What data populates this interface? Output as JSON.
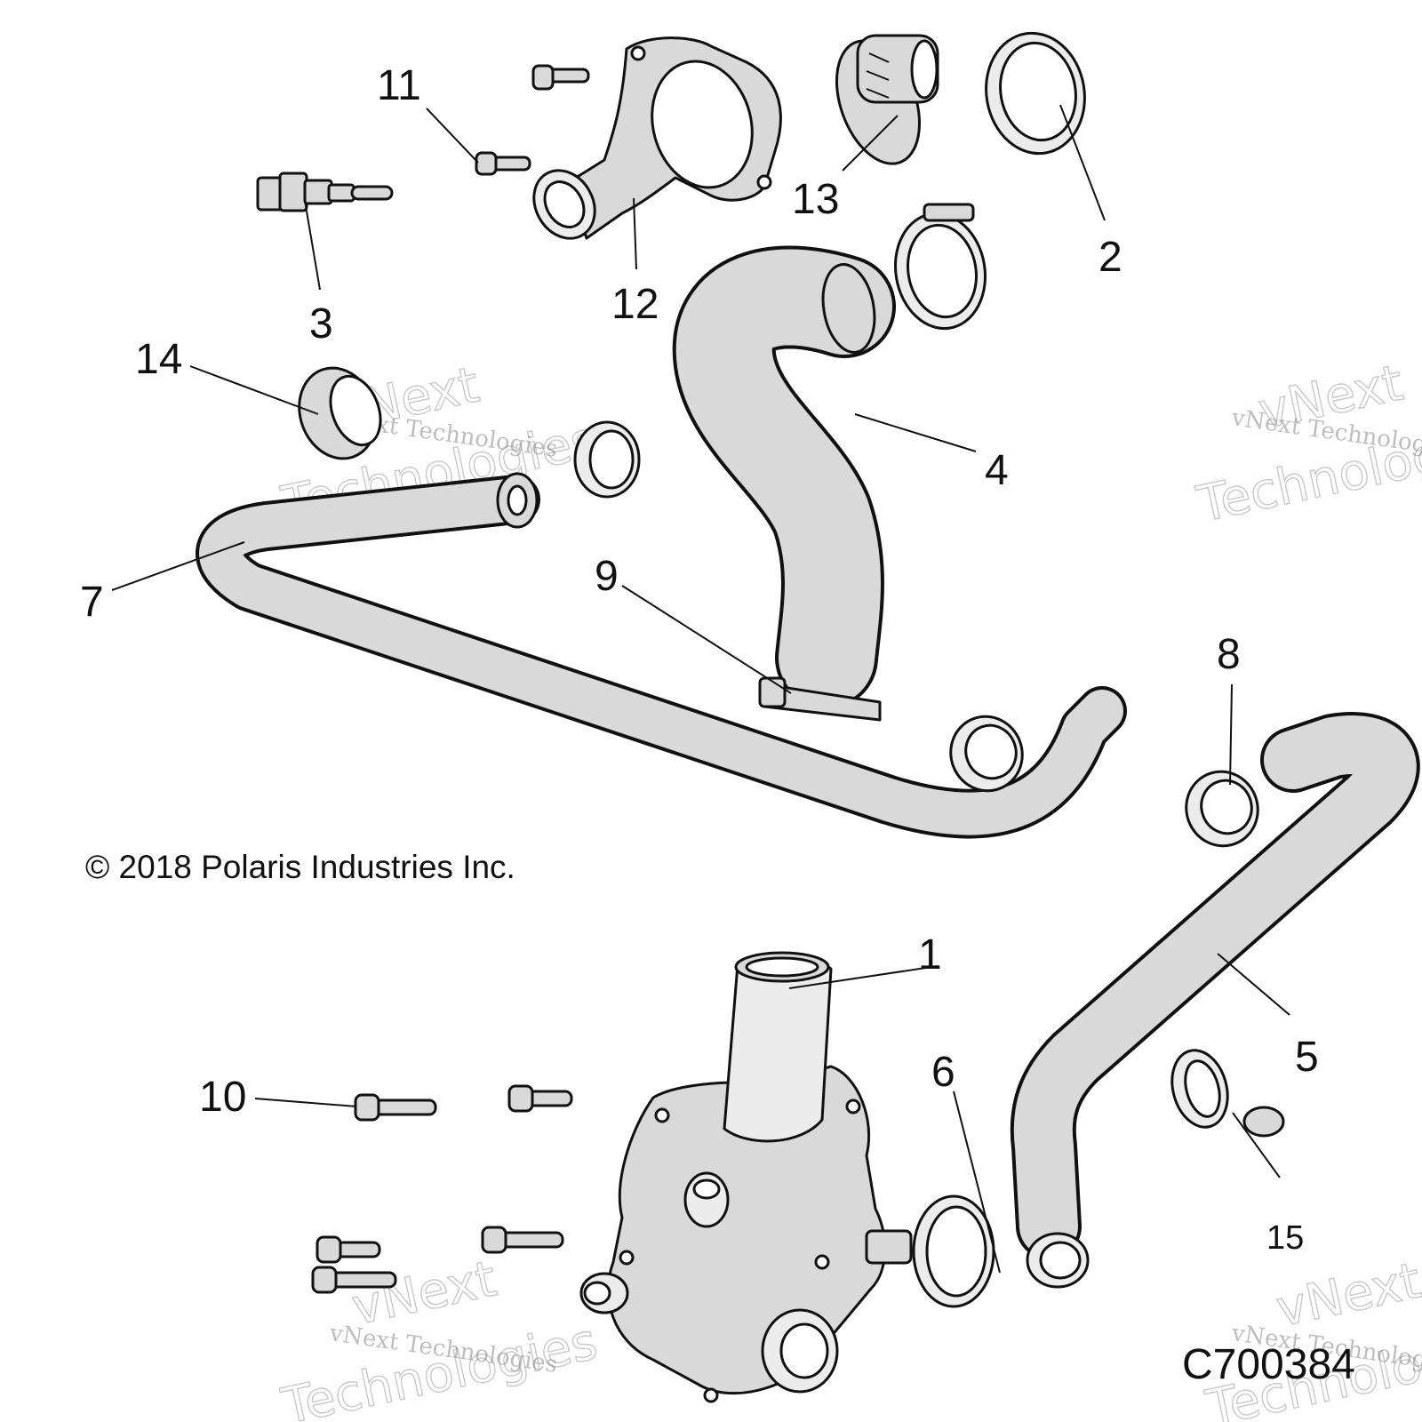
{
  "callouts": {
    "c1": "1",
    "c2": "2",
    "c3": "3",
    "c4": "4",
    "c5": "5",
    "c6": "6",
    "c7": "7",
    "c8": "8",
    "c9": "9",
    "c10": "10",
    "c11": "11",
    "c12": "12",
    "c13": "13",
    "c14": "14",
    "c15": "15"
  },
  "copyright": "© 2018 Polaris Industries Inc.",
  "figure_code": "C700384",
  "watermark": {
    "small": "vNext Technologies",
    "big_line1": "vNext",
    "big_line2": "Technologies"
  },
  "colors": {
    "part_fill": "#d9d9d9",
    "outline": "#111111",
    "background": "#ffffff"
  }
}
